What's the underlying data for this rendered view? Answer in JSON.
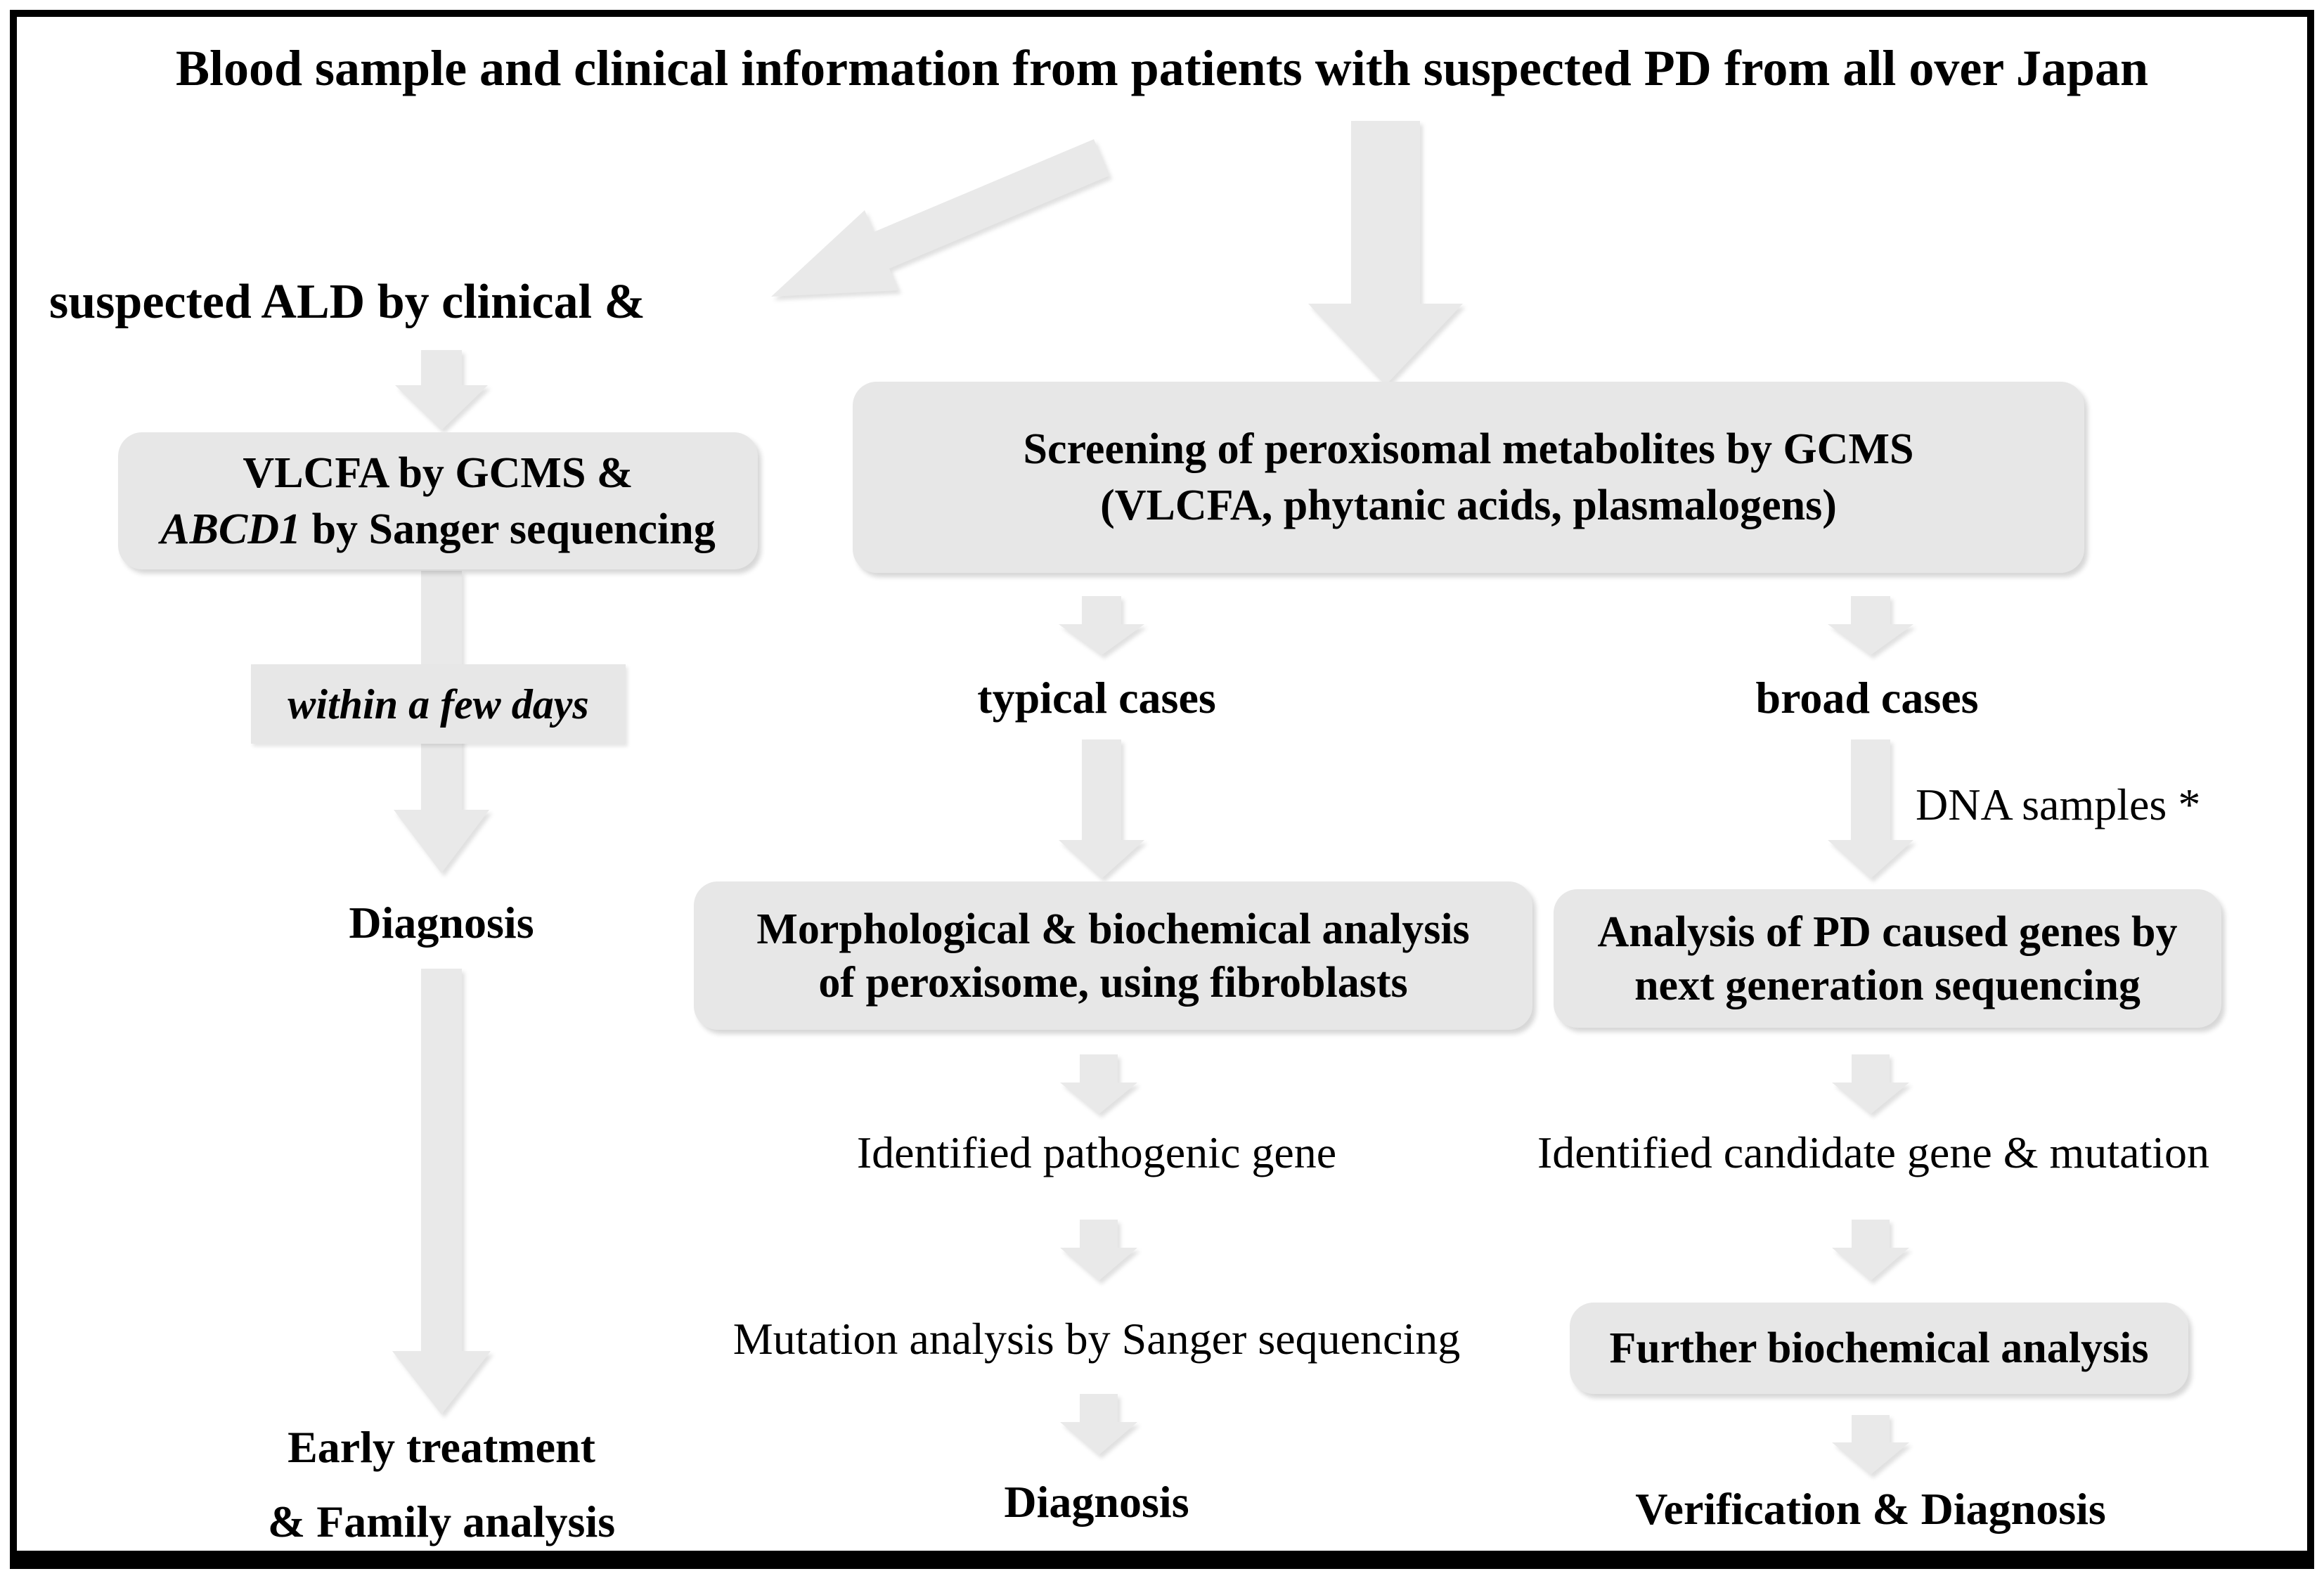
{
  "title": "Blood sample and clinical information from patients with suspected PD from all over Japan",
  "left_branch": {
    "entry_label": "suspected ALD by clinical &",
    "vlcfa_box_line1": "VLCFA by GCMS &",
    "vlcfa_box_gene": "ABCD1",
    "vlcfa_box_line2_rest": " by Sanger sequencing",
    "timing_label": "within a few days",
    "diagnosis_label": "Diagnosis",
    "outcome_line1": "Early treatment",
    "outcome_line2": "& Family analysis"
  },
  "screening_box": {
    "line1": "Screening of peroxisomal metabolites by GCMS",
    "line2": "(VLCFA, phytanic acids, plasmalogens)"
  },
  "typical_branch": {
    "case_label": "typical cases",
    "box_line1": "Morphological & biochemical analysis",
    "box_line2": "of peroxisome, using fibroblasts",
    "step1_label": "Identified pathogenic gene",
    "step2_label": "Mutation analysis by Sanger sequencing",
    "outcome_label": "Diagnosis"
  },
  "broad_branch": {
    "case_label": "broad cases",
    "dna_label": "DNA samples *",
    "box_line1": "Analysis of PD caused genes by",
    "box_line2": "next generation sequencing",
    "step1_label": "Identified candidate gene & mutation",
    "further_box_label": "Further biochemical analysis",
    "outcome_label": "Verification & Diagnosis"
  },
  "colors": {
    "box_fill": "#e7e7e7",
    "arrow_fill": "#e9e9e9",
    "border": "#000000",
    "text": "#000000"
  }
}
